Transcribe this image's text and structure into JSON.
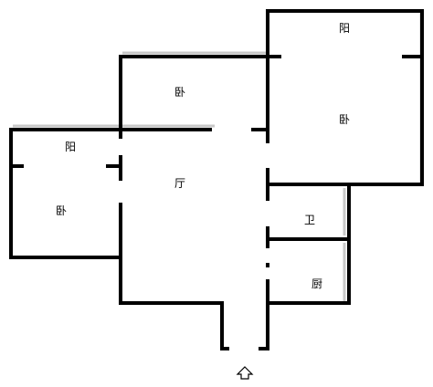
{
  "floor_plan": {
    "rooms": {
      "balcony_right": "阳",
      "bedroom_right": "卧",
      "bedroom_top": "卧",
      "balcony_left": "阳",
      "bedroom_left": "卧",
      "living_room": "厅",
      "bathroom": "卫",
      "kitchen": "厨"
    },
    "entrance_icon": "up-arrow-icon",
    "colors": {
      "wall": "#000000",
      "wall_shadow": "#c8c8c8",
      "background": "#ffffff"
    }
  }
}
